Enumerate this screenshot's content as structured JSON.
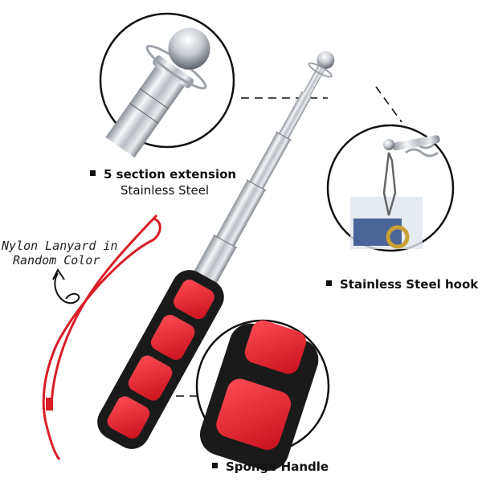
{
  "callouts": {
    "extension": {
      "title": "5 section extension",
      "subtitle": "Stainless Steel"
    },
    "hook": {
      "title": "Stainless Steel hook"
    },
    "handle": {
      "title": "Sponge Handle"
    }
  },
  "lanyard_note": {
    "line1": "Nylon Lanyard in",
    "line2": "Random Color"
  },
  "colors": {
    "foam_red": "#e8212f",
    "foam_black": "#1a1a1a",
    "steel": "#c8ccd2",
    "lanyard": "#d81e27"
  }
}
